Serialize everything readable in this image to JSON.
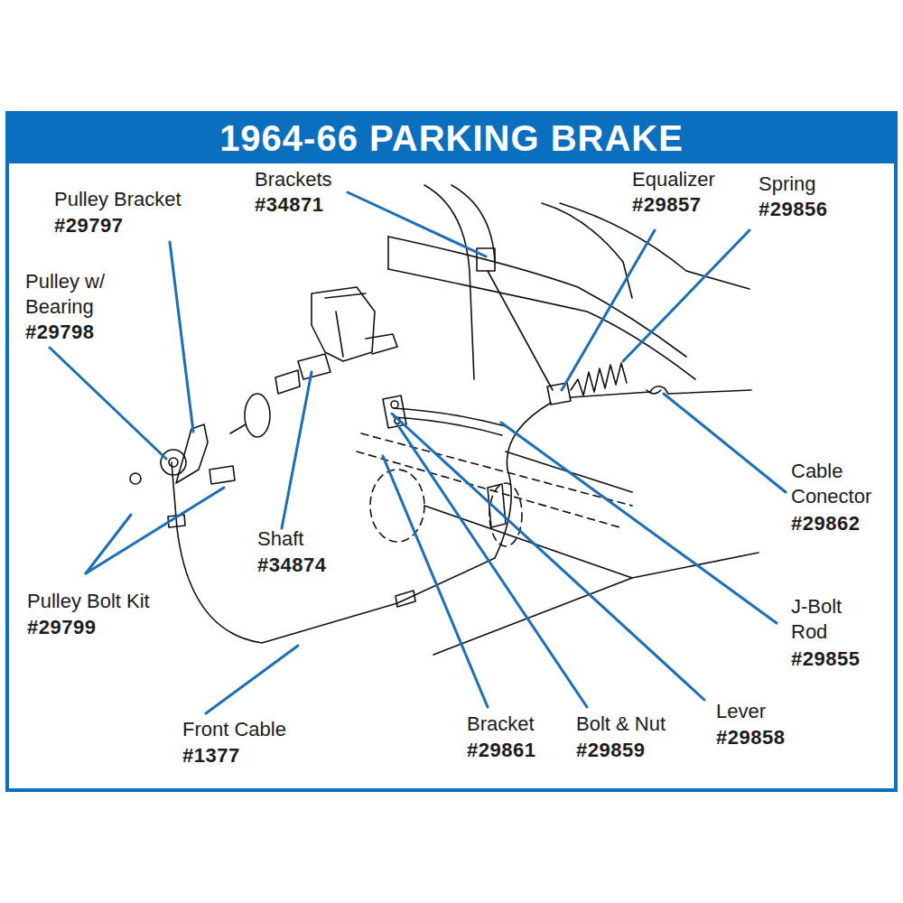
{
  "diagram": {
    "title": "1964-66 PARKING BRAKE",
    "labels": [
      "Brackets",
      "#34871",
      "Equalizer",
      "#29857",
      "Spring",
      "#29856",
      "Pulley Bracket",
      "#29797",
      "Pulley w/ Bearing",
      "#29798",
      "Shaft",
      "#34874",
      "Cable Conector",
      "#29862",
      "Pulley Bolt Kit",
      "#29799",
      "J-Bolt Rod",
      "#29855",
      "Lever",
      "#29858",
      "Front Cable",
      "#1377",
      "Bracket",
      "#29861",
      "Bolt & Nut",
      "#29859"
    ]
  }
}
